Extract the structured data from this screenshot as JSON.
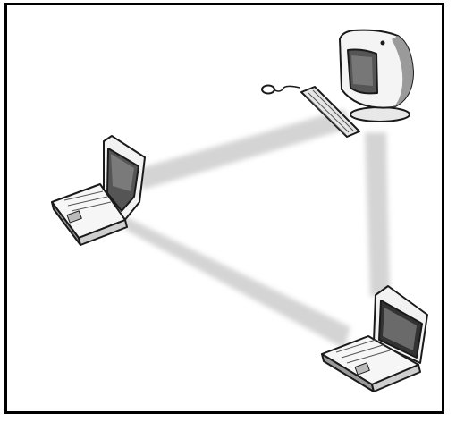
{
  "diagram": {
    "nodes": [
      {
        "id": "desktop",
        "icon": "desktop-computer-icon"
      },
      {
        "id": "laptop-left",
        "icon": "laptop-open-icon"
      },
      {
        "id": "laptop-bottom",
        "icon": "laptop-icon"
      }
    ],
    "links": [
      {
        "from": "laptop-left",
        "to": "desktop"
      },
      {
        "from": "desktop",
        "to": "laptop-bottom"
      },
      {
        "from": "laptop-left",
        "to": "laptop-bottom"
      }
    ],
    "colors": {
      "border": "#000000",
      "beam": "#cfcfcf",
      "outline": "#1a1a1a",
      "screen": "#555555",
      "shade": "#9a9a9a"
    }
  }
}
